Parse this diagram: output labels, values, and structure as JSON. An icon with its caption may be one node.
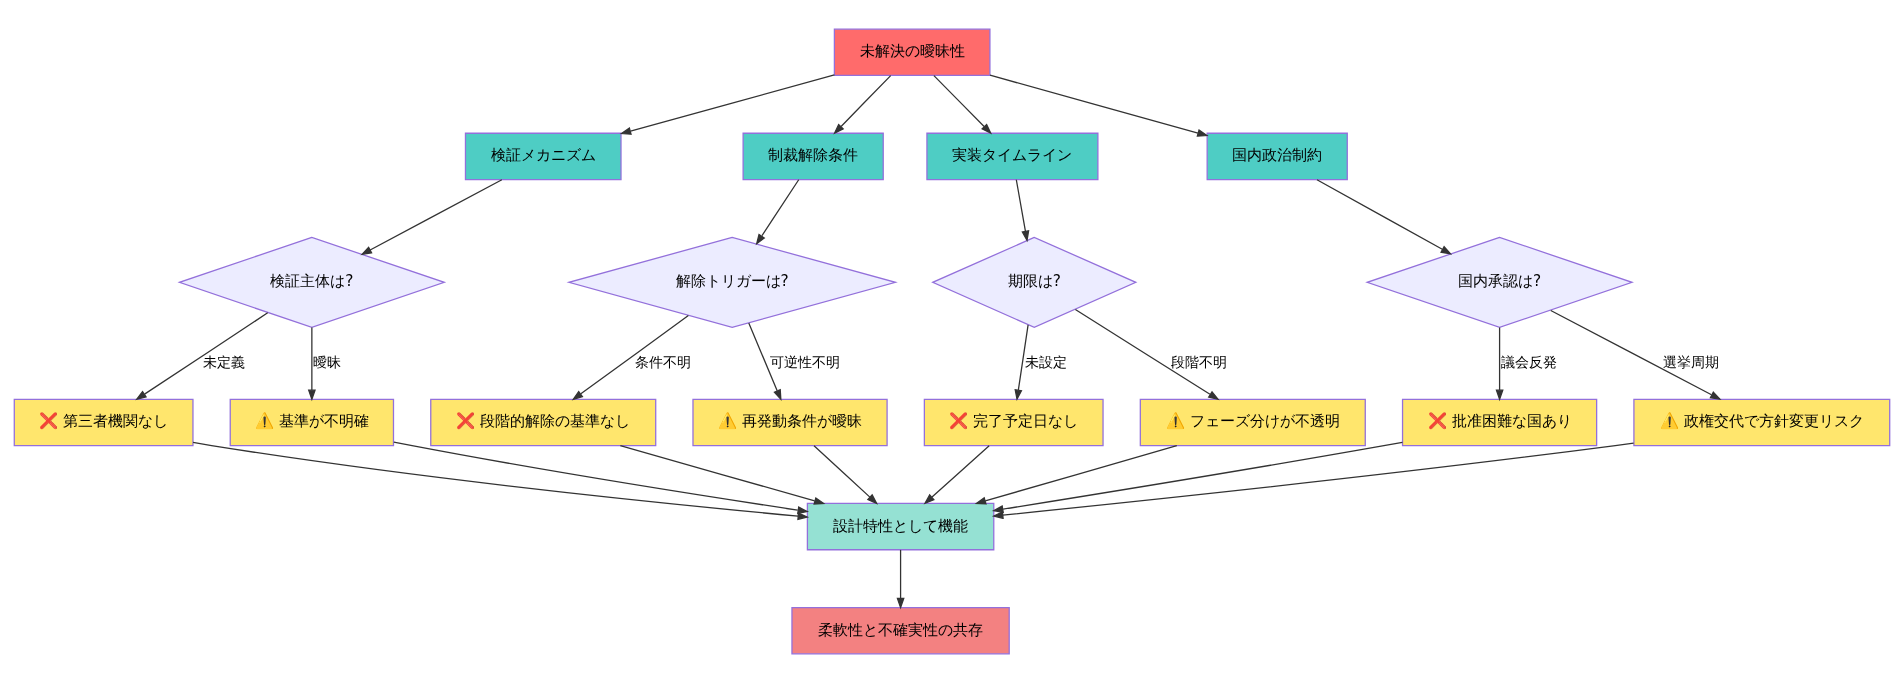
{
  "diagram": {
    "nodes": [
      {
        "text": [
          "未解決の曖昧性"
        ]
      },
      {
        "text": [
          "検証メカニズム"
        ]
      },
      {
        "text": [
          "制裁解除条件"
        ]
      },
      {
        "text": [
          "実装タイムライン"
        ]
      },
      {
        "text": [
          "国内政治制約"
        ]
      },
      {
        "text": [
          "検証主体は?"
        ]
      },
      {
        "text": [
          "解除トリガーは?"
        ]
      },
      {
        "text": [
          "期限は?"
        ]
      },
      {
        "text": [
          "国内承認は?"
        ]
      },
      {
        "text": [
          "❌ 第三者機関なし"
        ]
      },
      {
        "text": [
          "⚠️ 基準が不明確"
        ]
      },
      {
        "text": [
          "❌ 段階的解除の基準なし"
        ]
      },
      {
        "text": [
          "⚠️ 再発動条件が曖昧"
        ]
      },
      {
        "text": [
          "❌ 完了予定日なし"
        ]
      },
      {
        "text": [
          "⚠️ フェーズ分けが不透明"
        ]
      },
      {
        "text": [
          "❌ 批准困難な国あり"
        ]
      },
      {
        "text": [
          "⚠️ 政権交代で方針変更リスク"
        ]
      },
      {
        "text": [
          "設計特性として機能"
        ]
      },
      {
        "text": [
          "柔軟性と不確実性の共存"
        ]
      }
    ],
    "edges": [
      {
        "from": 0,
        "to": 1,
        "arrow": "to"
      },
      {
        "from": 0,
        "to": 2,
        "arrow": "to"
      },
      {
        "from": 0,
        "to": 3,
        "arrow": "to"
      },
      {
        "from": 0,
        "to": 4,
        "arrow": "to"
      },
      {
        "from": 1,
        "to": 5,
        "arrow": "to"
      },
      {
        "from": 2,
        "to": 6,
        "arrow": "to"
      },
      {
        "from": 3,
        "to": 7,
        "arrow": "to"
      },
      {
        "from": 4,
        "to": 8,
        "arrow": "to"
      },
      {
        "from": 5,
        "to": 9,
        "label": "未定義",
        "arrow": "to"
      },
      {
        "from": 5,
        "to": 10,
        "label": "曖昧",
        "arrow": "to"
      },
      {
        "from": 6,
        "to": 11,
        "label": "条件不明",
        "arrow": "to"
      },
      {
        "from": 6,
        "to": 12,
        "label": "可逆性不明",
        "arrow": "to"
      },
      {
        "from": 7,
        "to": 13,
        "label": "未設定",
        "arrow": "to"
      },
      {
        "from": 7,
        "to": 14,
        "label": "段階不明",
        "arrow": "to"
      },
      {
        "from": 8,
        "to": 15,
        "label": "議会反発",
        "arrow": "to"
      },
      {
        "from": 8,
        "to": 16,
        "label": "選挙周期",
        "arrow": "to"
      },
      {
        "from": 9,
        "to": 17,
        "arrow": "to"
      },
      {
        "from": 10,
        "to": 17,
        "arrow": "to"
      },
      {
        "from": 11,
        "to": 17,
        "arrow": "to"
      },
      {
        "from": 12,
        "to": 17,
        "arrow": "to"
      },
      {
        "from": 13,
        "to": 17,
        "arrow": "to"
      },
      {
        "from": 14,
        "to": 17,
        "arrow": "to"
      },
      {
        "from": 15,
        "to": 17,
        "arrow": "to"
      },
      {
        "from": 16,
        "to": 17,
        "arrow": "to"
      },
      {
        "from": 17,
        "to": 18,
        "arrow": "to"
      }
    ]
  }
}
